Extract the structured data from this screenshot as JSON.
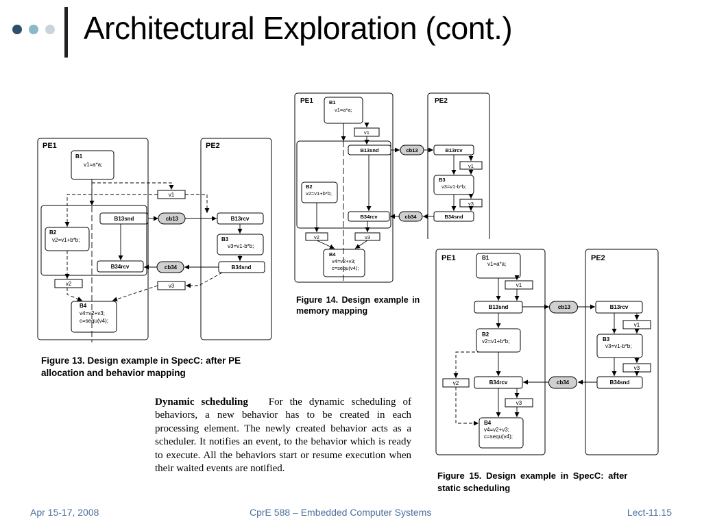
{
  "slide": {
    "title": "Architectural Exploration (cont.)",
    "footer": {
      "left": "Apr 15-17, 2008",
      "center": "CprE 588 – Embedded Computer Systems",
      "right": "Lect-11.15"
    },
    "colors": {
      "dot_dark": "#2e4f6b",
      "dot_mid": "#8ab9c7",
      "dot_light": "#c9d5da",
      "footer_text": "#4a6f9c"
    }
  },
  "figure13": {
    "caption_line1": "Figure 13. Design example in SpecC: after PE",
    "caption_line2": "allocation and behavior mapping",
    "pe1": "PE1",
    "pe2": "PE2",
    "b1": "B1",
    "b1_code": "v1=a*a;",
    "v1": "v1",
    "b13snd": "B13snd",
    "cb13": "cb13",
    "b13rcv": "B13rcv",
    "b2": "B2",
    "b2_code": "v2=v1+b*b;",
    "b3": "B3",
    "b3_code": "v3=v1-b*b;",
    "b34rcv": "B34rcv",
    "cb34": "cb34",
    "b34snd": "B34snd",
    "v2": "v2",
    "v3": "v3",
    "b4": "B4",
    "b4_code1": "v4=v2+v3;",
    "b4_code2": "c=sequ(v4);"
  },
  "figure14": {
    "caption_line1": "Figure 14. Design example in",
    "caption_line2": "memory mapping",
    "pe1": "PE1",
    "pe2": "PE2",
    "b1": "B1",
    "b1_code": "v1=a*a;",
    "v1a": "v1",
    "v1b": "v1",
    "b13snd": "B13snd",
    "cb13": "cb13",
    "b13rcv": "B13rcv",
    "b2": "B2",
    "b2_code": "v2=v1+b*b;",
    "b3": "B3",
    "b3_code": "v3=v1-b*b;",
    "v3a": "v3",
    "b34rcv": "B34rcv",
    "cb34": "cb34",
    "b34snd": "B34snd",
    "v2": "v2",
    "v3b": "v3",
    "b4": "B4",
    "b4_code1": "v4=v2+v3;",
    "b4_code2": "c=sequ(v4);"
  },
  "figure15": {
    "caption_line1": "Figure 15. Design example in SpecC: after",
    "caption_line2": "static scheduling",
    "pe1": "PE1",
    "pe2": "PE2",
    "b1": "B1",
    "b1_code": "v1=a*a;",
    "v1a": "v1",
    "v1b": "v1",
    "b13snd": "B13snd",
    "cb13": "cb13",
    "b13rcv": "B13rcv",
    "b2": "B2",
    "b2_code": "v2=v1+b*b;",
    "b3": "B3",
    "b3_code": "v3=v1-b*b;",
    "v3a": "v3",
    "b34rcv": "B34rcv",
    "cb34": "cb34",
    "b34snd": "B34snd",
    "v2": "v2",
    "v3b": "v3",
    "b4": "B4",
    "b4_code1": "v4=v2+v3;",
    "b4_code2": "c=sequ(v4);"
  },
  "paragraph": {
    "lead": "Dynamic scheduling",
    "body": "For the dynamic scheduling of behaviors, a new behavior has to be created in each processing element. The newly created behavior acts as a scheduler. It notifies an event, to the behavior which is ready to execute. All the behaviors start or resume execution when their waited events are notified."
  }
}
